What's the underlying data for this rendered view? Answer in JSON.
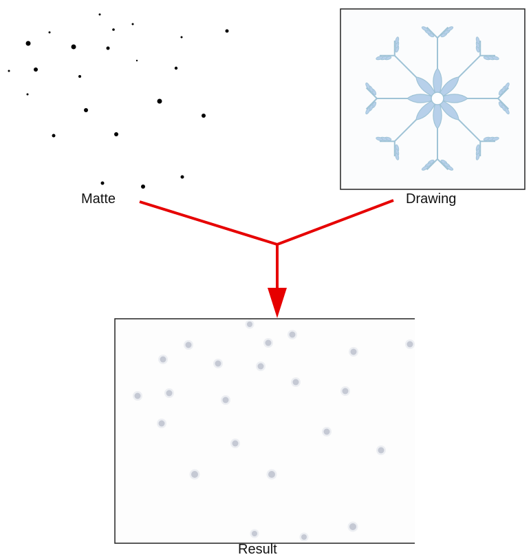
{
  "labels": {
    "matte": "Matte",
    "drawing": "Drawing",
    "result": "Result"
  },
  "colors": {
    "matte_dot": "#000000",
    "arrow": "#e60000",
    "frame": "#222222",
    "snowflake_fill": "#b7d0ea",
    "snowflake_stroke": "#9fc3d6",
    "result_dot": "#c5c9d4"
  },
  "icons": {
    "snowflake": "snowflake-icon"
  }
}
